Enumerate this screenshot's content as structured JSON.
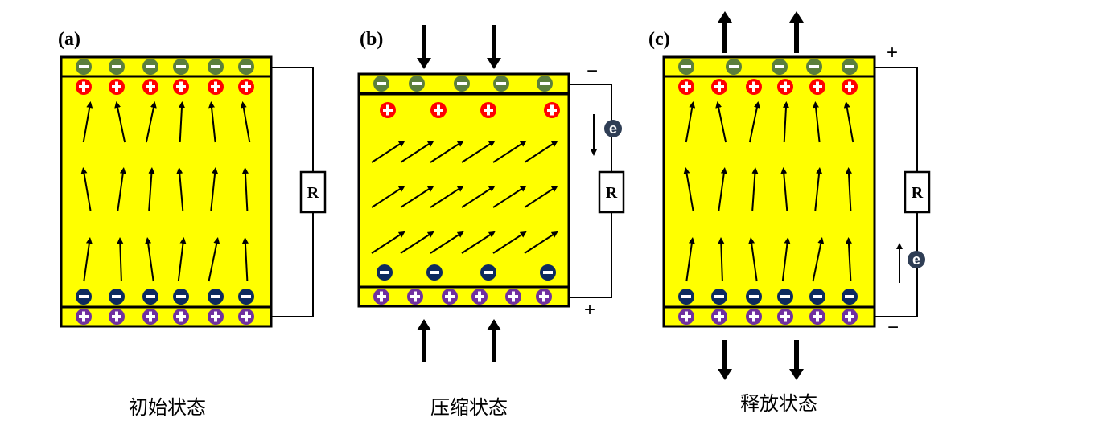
{
  "colors": {
    "piezo_fill": "#ffff00",
    "outline": "#000000",
    "electrode_negative": "#5b7f3c",
    "bound_positive": "#ff0000",
    "bound_negative": "#0d2a5e",
    "electrode_positive": "#7030a0",
    "electron": "#2f3e55",
    "resistor_fill": "#ffffff"
  },
  "panels": [
    {
      "id": "a",
      "label": "(a)",
      "caption": "初始状态",
      "state": "initial",
      "force": "none",
      "top_electrode_charges": 6,
      "top_electrode_sign": "-",
      "top_bound_charges": 6,
      "top_bound_sign": "+",
      "bottom_bound_charges": 6,
      "bottom_bound_sign": "-",
      "bottom_electrode_charges": 6,
      "bottom_electrode_sign": "+",
      "dipole_rows": 3,
      "dipole_cols": 6,
      "dipole_orientation": "near-vertical-up",
      "resistor_label": "R",
      "terminal_top": "",
      "terminal_bottom": "",
      "electron_label": "",
      "current_direction": "none"
    },
    {
      "id": "b",
      "label": "(b)",
      "caption": "压缩状态",
      "state": "compressed",
      "force": "compress",
      "top_electrode_charges": 5,
      "top_electrode_sign": "-",
      "top_bound_charges": 4,
      "top_bound_sign": "+",
      "bottom_bound_charges": 4,
      "bottom_bound_sign": "-",
      "bottom_electrode_charges": 6,
      "bottom_electrode_sign": "+",
      "dipole_rows": 3,
      "dipole_cols": 6,
      "dipole_orientation": "tilted-up-right",
      "resistor_label": "R",
      "terminal_top": "−",
      "terminal_bottom": "+",
      "electron_label": "e",
      "current_direction": "down"
    },
    {
      "id": "c",
      "label": "(c)",
      "caption": "释放状态",
      "state": "released",
      "force": "release",
      "top_electrode_charges": 5,
      "top_electrode_sign": "-",
      "top_bound_charges": 6,
      "top_bound_sign": "+",
      "bottom_bound_charges": 6,
      "bottom_bound_sign": "-",
      "bottom_electrode_charges": 6,
      "bottom_electrode_sign": "+",
      "dipole_rows": 3,
      "dipole_cols": 6,
      "dipole_orientation": "near-vertical-up",
      "resistor_label": "R",
      "terminal_top": "+",
      "terminal_bottom": "−",
      "electron_label": "e",
      "current_direction": "up"
    }
  ]
}
